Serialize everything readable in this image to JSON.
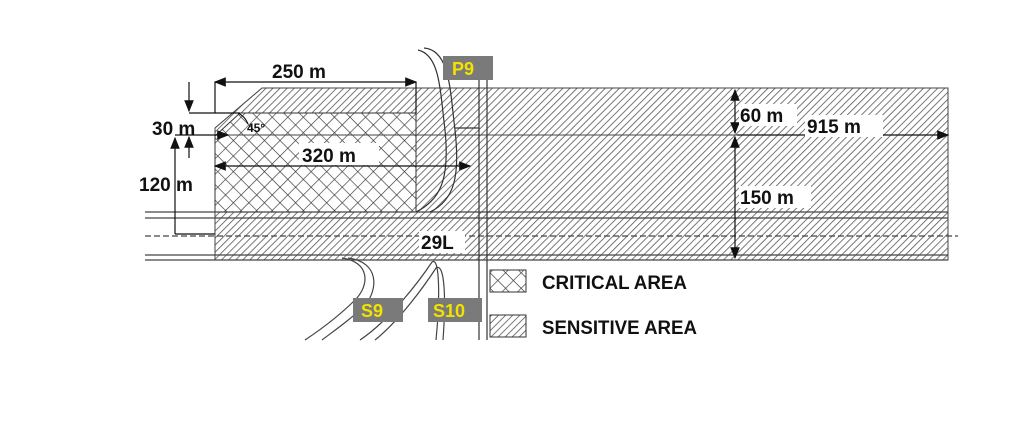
{
  "dimensions": {
    "d250": "250 m",
    "d30": "30 m",
    "d45": "45°",
    "d320": "320 m",
    "d120": "120 m",
    "d60": "60 m",
    "d915": "915 m",
    "d150": "150 m"
  },
  "runway": "29L",
  "taxiways": {
    "p9": "P9",
    "s9": "S9",
    "s10": "S10"
  },
  "legend": {
    "critical": "CRITICAL AREA",
    "sensitive": "SENSITIVE AREA"
  },
  "colors": {
    "tag_bg": "#7a7a7a",
    "tag_text": "#f2e200",
    "line": "#222222"
  }
}
